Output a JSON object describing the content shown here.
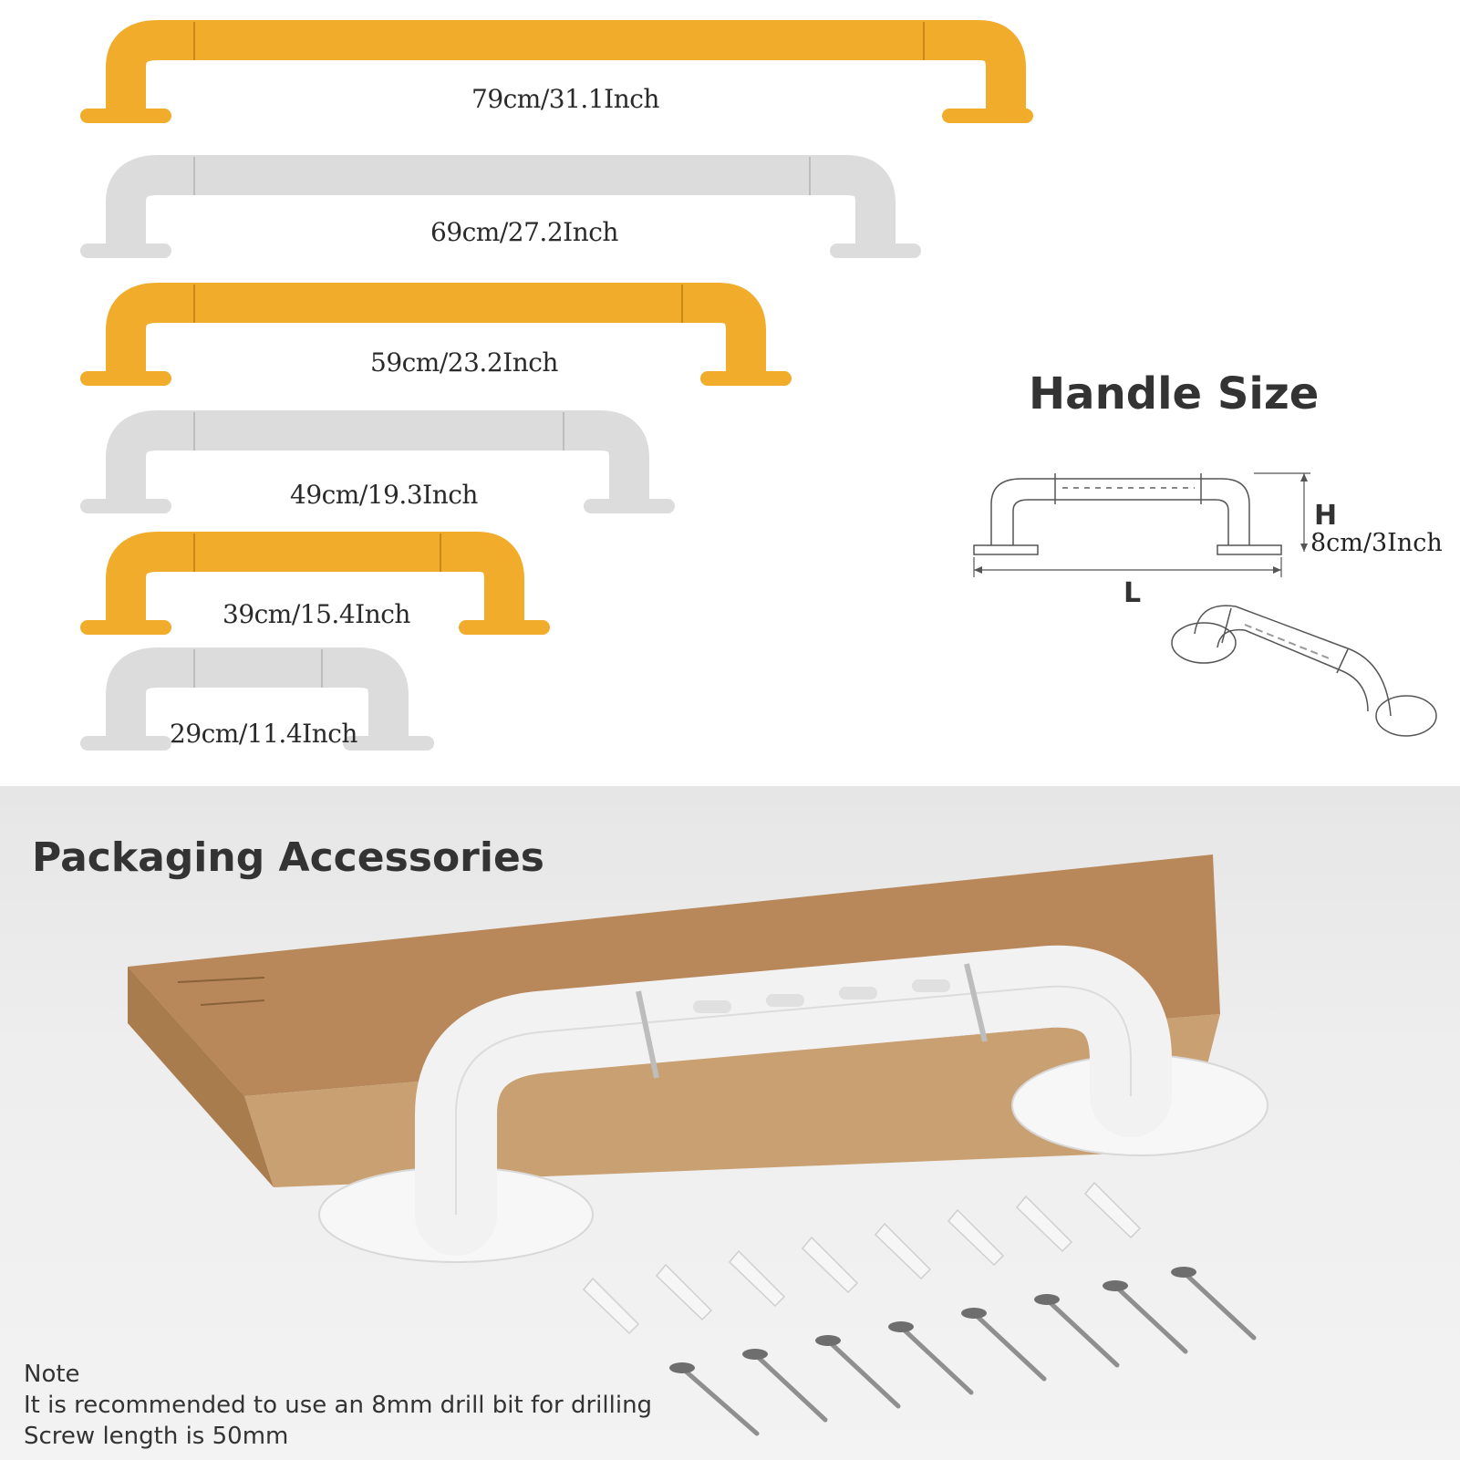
{
  "handle_sizes": [
    {
      "label": "79cm/31.1Inch",
      "color": "yellow"
    },
    {
      "label": "69cm/27.2Inch",
      "color": "white"
    },
    {
      "label": "59cm/23.2Inch",
      "color": "yellow"
    },
    {
      "label": "49cm/19.3Inch",
      "color": "white"
    },
    {
      "label": "39cm/15.4Inch",
      "color": "yellow"
    },
    {
      "label": "29cm/11.4Inch",
      "color": "white"
    }
  ],
  "diagram": {
    "title": "Handle Size",
    "height_letter": "H",
    "height_value": "8cm/3Inch",
    "length_letter": "L"
  },
  "packaging": {
    "title": "Packaging Accessories"
  },
  "note": {
    "heading": "Note",
    "line1": "It is recommended to use an 8mm drill bit for drilling",
    "line2": "Screw length is 50mm"
  },
  "colors": {
    "yellow": "#f0ac2a",
    "yellow_dark": "#d8931a",
    "white": "#dcdcdc",
    "white_dark": "#c4c4c4",
    "box": "#c49a6c",
    "box_dark": "#a67c50"
  }
}
